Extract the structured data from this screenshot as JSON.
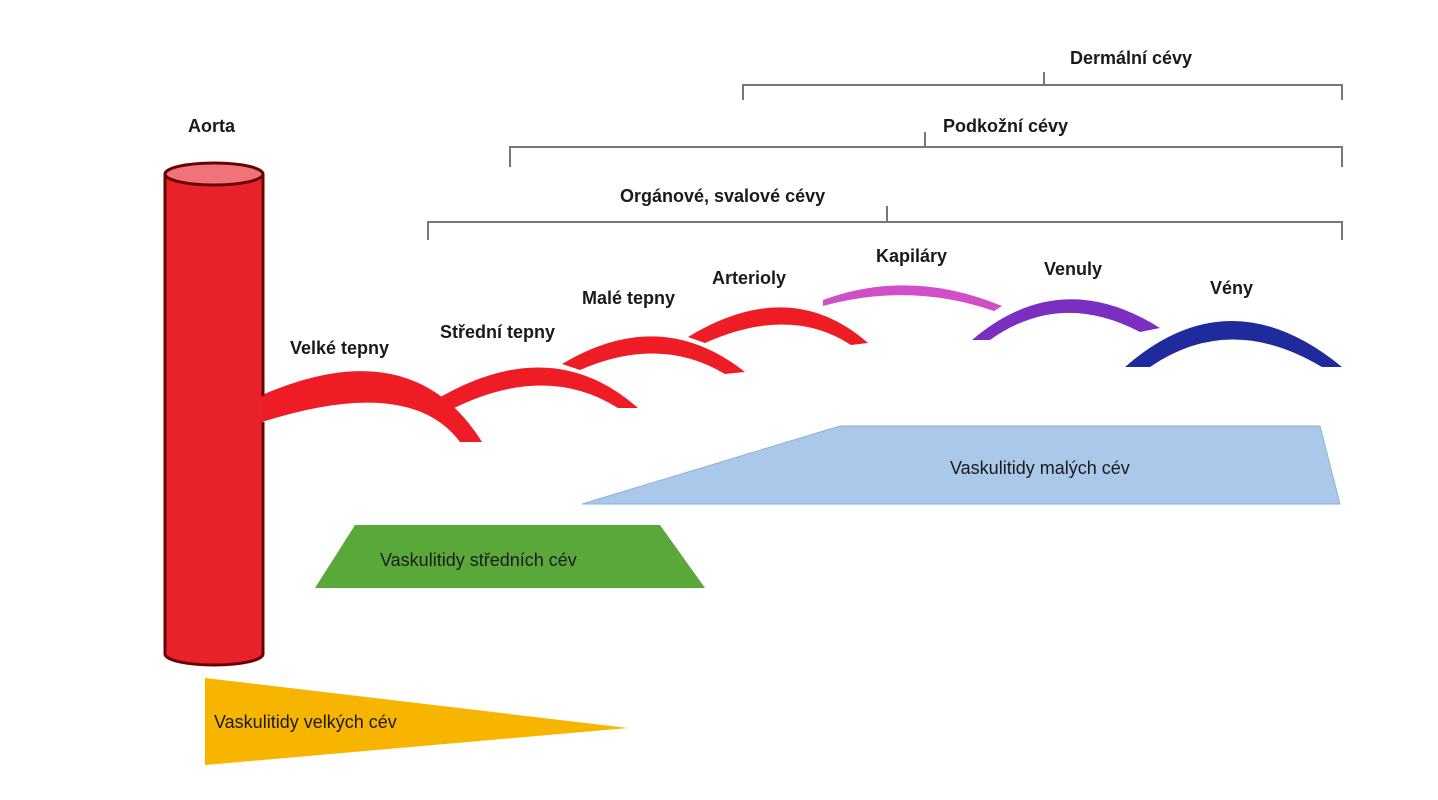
{
  "aorta": {
    "label": "Aorta",
    "color": "#e8222a",
    "top_color": "#f0737a"
  },
  "brackets": [
    {
      "id": "dermal",
      "label": "Dermální cévy"
    },
    {
      "id": "subcutaneous",
      "label": "Podkožní cévy"
    },
    {
      "id": "organ-muscle",
      "label": "Orgánové, svalové cévy"
    }
  ],
  "vessels": [
    {
      "id": "large-arteries",
      "label": "Velké tepny",
      "color": "#ee1c25"
    },
    {
      "id": "medium-arteries",
      "label": "Střední tepny",
      "color": "#ee1c25"
    },
    {
      "id": "small-arteries",
      "label": "Malé tepny",
      "color": "#ee1c25"
    },
    {
      "id": "arterioles",
      "label": "Arterioly",
      "color": "#ee1c25"
    },
    {
      "id": "capillaries",
      "label": "Kapiláry",
      "color": "#d04fc6"
    },
    {
      "id": "venules",
      "label": "Venuly",
      "color": "#7a2fc0"
    },
    {
      "id": "veins",
      "label": "Vény",
      "color": "#1f2a9c"
    }
  ],
  "categories": [
    {
      "id": "small",
      "label": "Vaskulitidy malých cév",
      "color": "#a9c8ea"
    },
    {
      "id": "medium",
      "label": "Vaskulitidy středních cév",
      "color": "#5aa83a"
    },
    {
      "id": "large",
      "label": "Vaskulitidy velkých cév",
      "color": "#f7b500"
    }
  ]
}
